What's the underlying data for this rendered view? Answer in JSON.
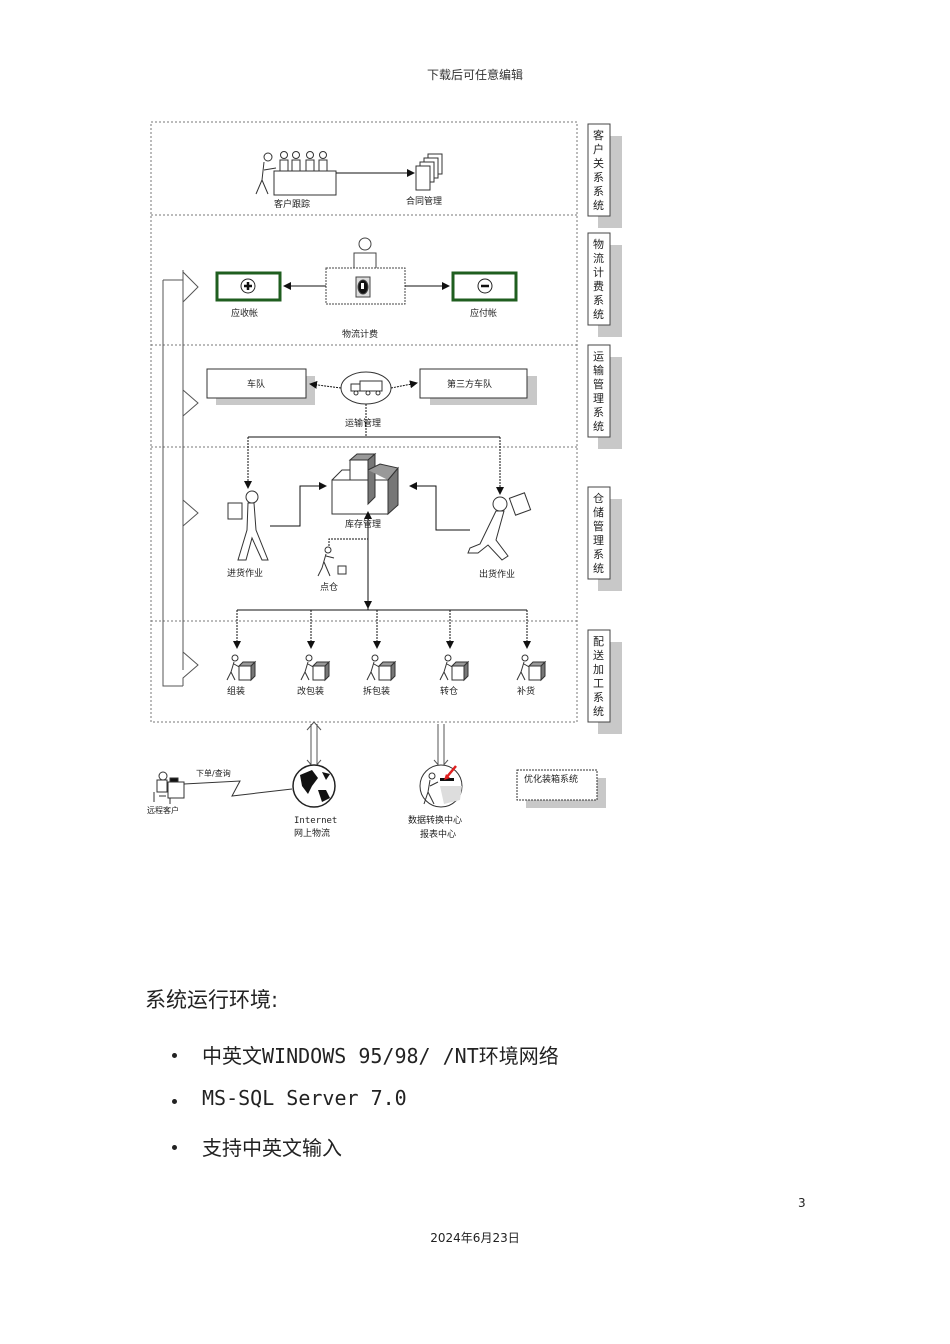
{
  "header": {
    "text": "下载后可任意编辑"
  },
  "diagram": {
    "sections": [
      {
        "id": "crm",
        "side_label": "客户关系系统",
        "nodes": [
          "客户跟踪",
          "合同管理"
        ]
      },
      {
        "id": "billing",
        "side_label": "物流计费系统",
        "nodes": [
          "应收帐",
          "物流计费",
          "应付帐"
        ]
      },
      {
        "id": "transport",
        "side_label": "运输管理系统",
        "nodes": [
          "车队",
          "运输管理",
          "第三方车队"
        ]
      },
      {
        "id": "warehouse",
        "side_label": "仓储管理系统",
        "nodes": [
          "进货作业",
          "库存管理",
          "点仓",
          "出货作业"
        ]
      },
      {
        "id": "distribution",
        "side_label": "配送加工系统",
        "nodes": [
          "组装",
          "改包装",
          "拆包装",
          "转仓",
          "补货"
        ]
      }
    ],
    "external": {
      "remote_client": "远程客户",
      "link_label": "下单/查询",
      "internet_line1": "Internet",
      "internet_line2": "网上物流",
      "data_center_line1": "数据转换中心",
      "data_center_line2": "报表中心",
      "packing_system": "优化装箱系统"
    },
    "colors": {
      "accent_green": "#1f5e1f",
      "highlight_red": "#e02020",
      "shadow_gray": "#c8c8c8"
    }
  },
  "content": {
    "section_title": "系统运行环境:",
    "bullets": [
      "中英文WINDOWS 95/98/ /NT环境网络",
      "MS-SQL Server 7.0",
      "支持中英文输入"
    ]
  },
  "footer": {
    "page_number": "3",
    "date": "2024年6月23日"
  }
}
